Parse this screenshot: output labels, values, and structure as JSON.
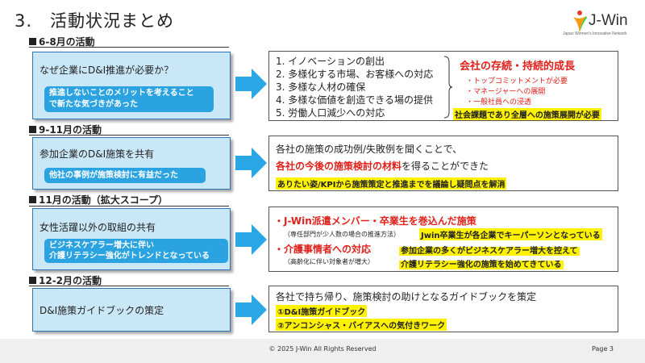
{
  "page": {
    "title": "3.　活動状況まとめ"
  },
  "logo": {
    "name": "J-Win",
    "tagline": "Japan Women's Innovative Network",
    "colors": [
      "#e43c2f",
      "#f39c12",
      "#2ecc40"
    ]
  },
  "sections": [
    {
      "heading": "6-8月の活動",
      "box_title": "なぜ企業にD&I推進が必要か？",
      "pill_lines": [
        "推進しないことのメリットを考えること",
        "で新たな気づきがあった"
      ],
      "list": [
        "1.  イノベーションの創出",
        "2.  多様化する市場、お客様への対応",
        "3.  多様な人材の確保",
        "4.  多様な価値を創造できる場の提供",
        "5.  労働人口減少への対応"
      ],
      "result_title": "会社の存続・持続的成長",
      "result_items": [
        "・トップコミットメントが必要",
        "・マネージャーへの展開",
        "・一般社員への浸透"
      ],
      "result_highlight": "社会課題であり全層への施策展開が必要"
    },
    {
      "heading": "9-11月の活動",
      "box_title": "参加企業のD&I施策を共有",
      "pill_lines": [
        "他社の事例が施策検討に有益だった"
      ],
      "line1": "各社の施策の成功例/失敗例を聞くことで、",
      "line2_red": "各社の今後の施策検討の材料",
      "line2_rest": "を得ることができた",
      "highlight": "ありたい姿/KPIから施策策定と推進までを議論し疑問点を解消"
    },
    {
      "heading": "11月の活動（拡大スコープ）",
      "box_title": "女性活躍以外の取組の共有",
      "pill_lines": [
        "ビジネスケアラー増大に伴い",
        "介護リテラシー強化がトレンドとなっている"
      ],
      "item1_title": "・J-Win派遣メンバー・卒業生を巻込んだ施策",
      "item1_note": "（専任部門が少人数の場合の推進方法）",
      "item1_highlight": "Jwin卒業生が各企業でキーパーソンとなっている",
      "item2_title": "・介護事情者への対応",
      "item2_note": "（高齢化に伴い対象者が増大）",
      "item2_highlight": [
        "参加企業の多くがビジネスケアラー増大を控えて",
        "介護リテラシー強化の施策を始めてきている"
      ]
    },
    {
      "heading": "12-2月の活動",
      "box_title": "D&I施策ガイドブックの策定",
      "line1": "各社で持ち帰り、施策検討の助けとなるガイドブックを策定",
      "highlights": [
        "①D&I施策ガイドブック",
        "②アンコンシャス・バイアスへの気付きワーク"
      ]
    }
  ],
  "footer": {
    "copyright": "© 2025 J-Win All Rights Reserved",
    "page": "Page 3"
  },
  "colors": {
    "box_fill": "#c9e7f7",
    "box_border": "#2e75b6",
    "pill": "#2aa3e0",
    "arrow": "#29a6e6",
    "red": "#e0201a",
    "highlight": "#fff200"
  }
}
